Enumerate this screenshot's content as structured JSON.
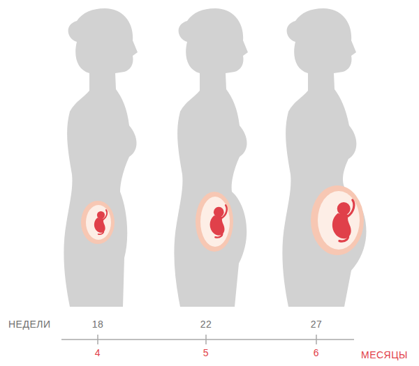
{
  "diagram": {
    "labels": [
      "НЕДЕЛИ",
      "18",
      "22",
      "27",
      "4",
      "5",
      "6",
      "МЕСЯЦЫ"
    ]
  }
}
